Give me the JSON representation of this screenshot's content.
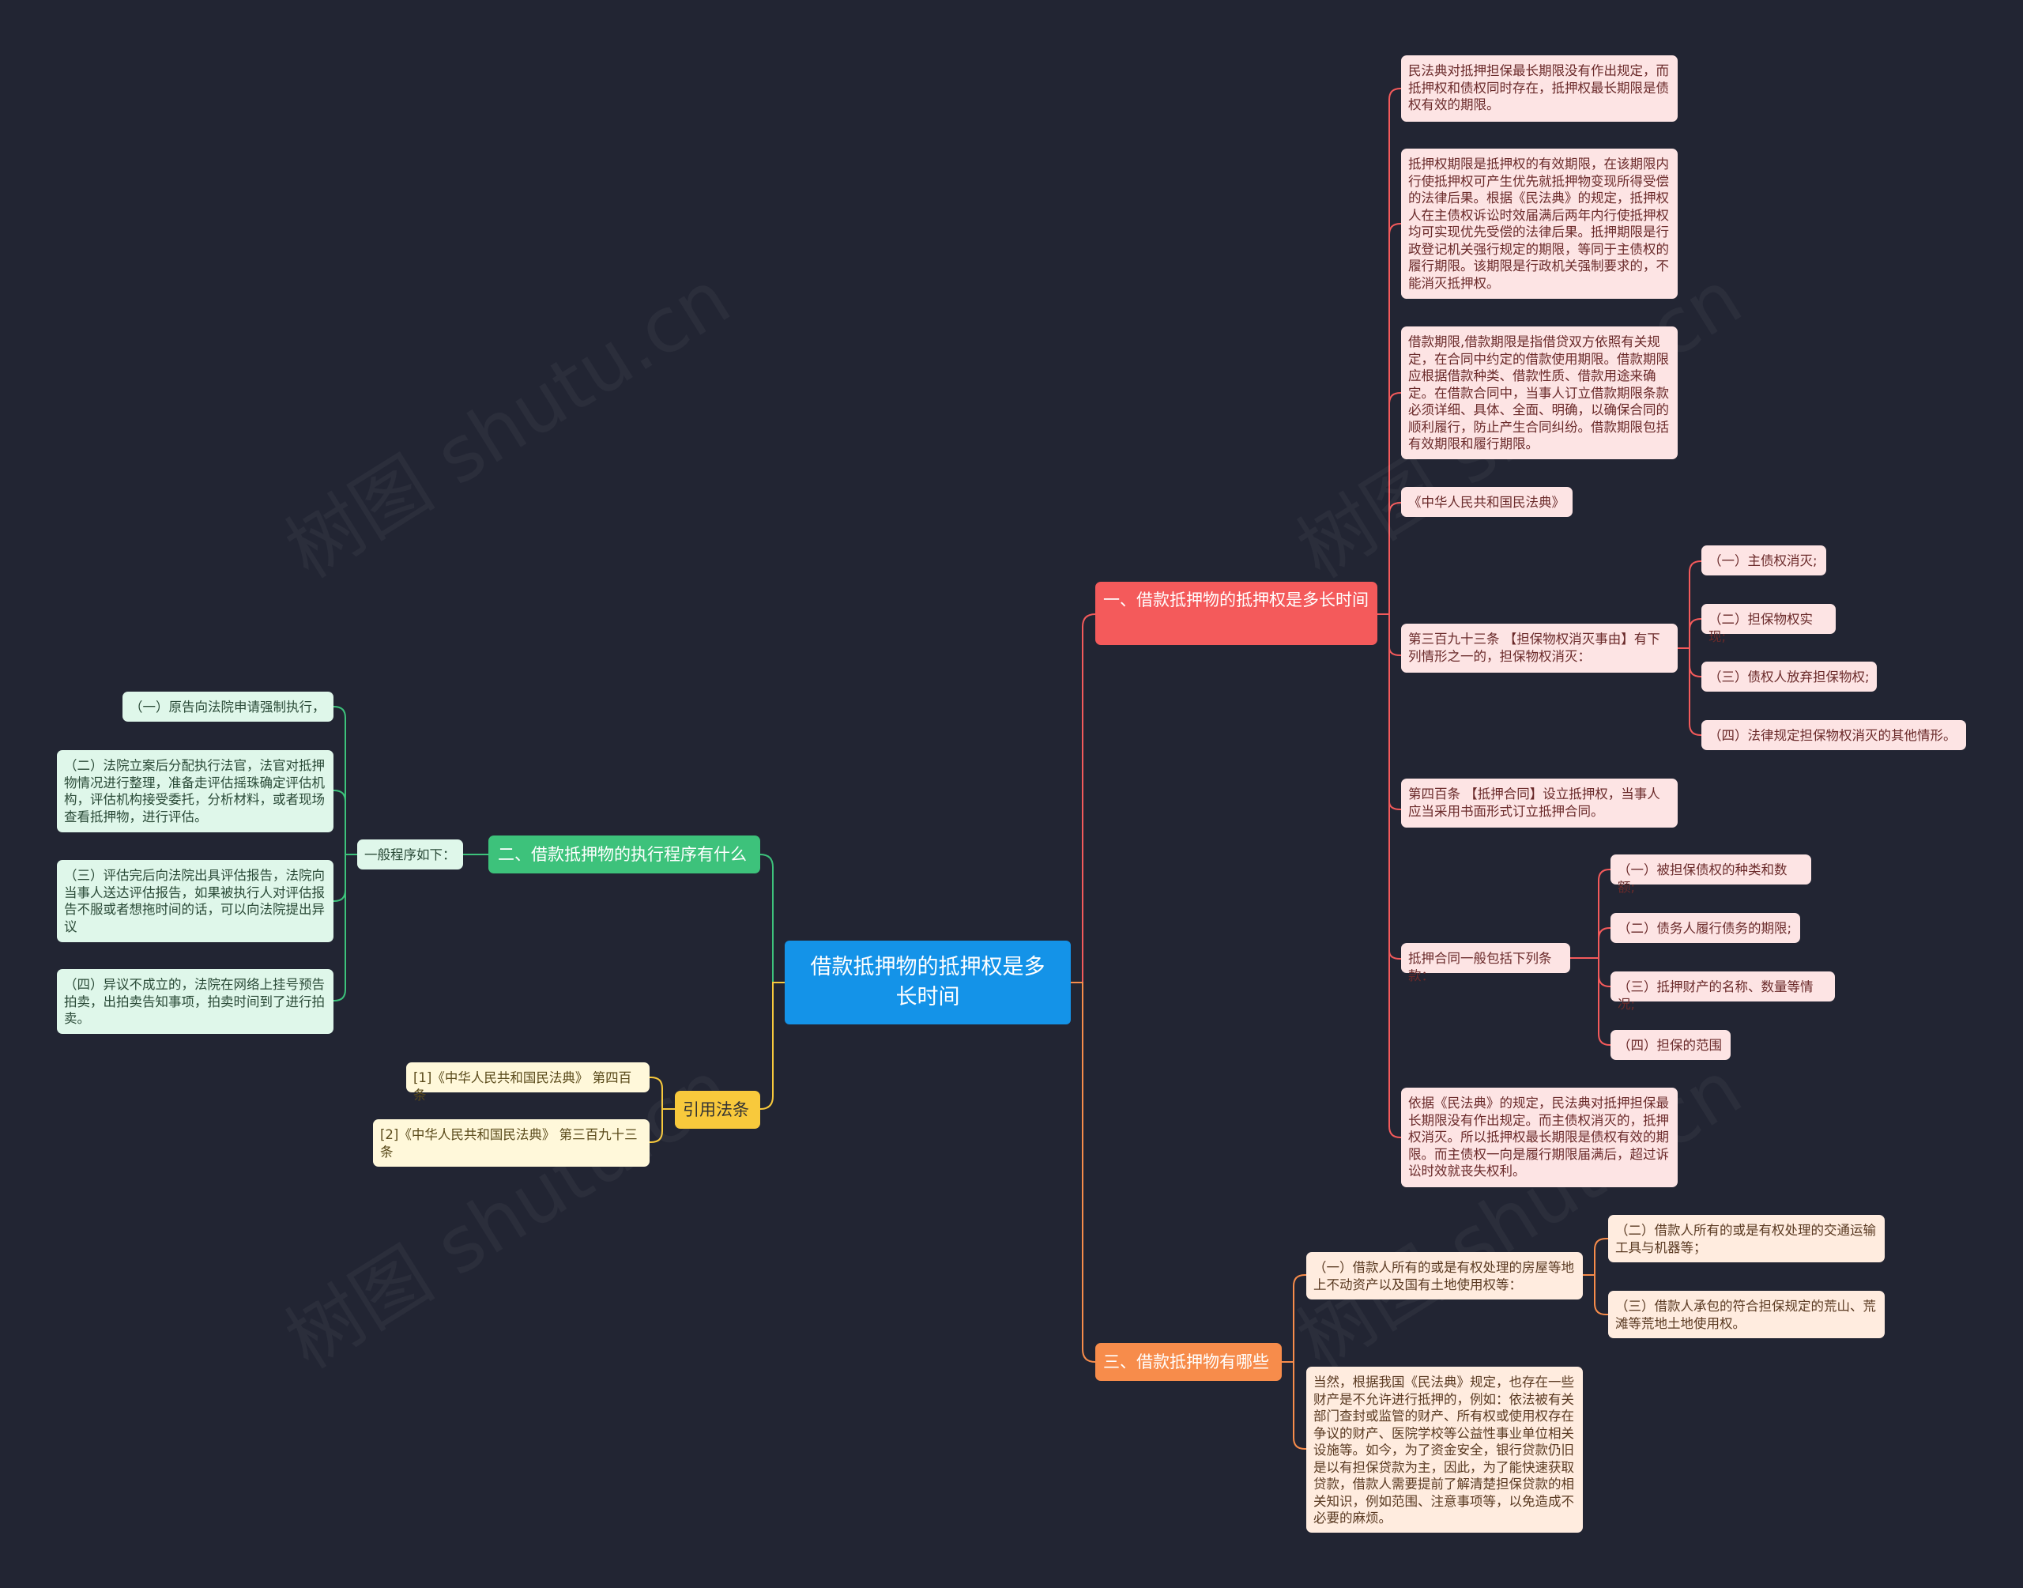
{
  "watermark": "树图 shutu.cn",
  "root": "借款抵押物的抵押权是多长时间",
  "b1": {
    "title": "一、借款抵押物的抵押权是多长时间",
    "c1": "民法典对抵押担保最长期限没有作出规定，而抵押权和债权同时存在，抵押权最长期限是债权有效的期限。",
    "c2": "抵押权期限是抵押权的有效期限，在该期限内行使抵押权可产生优先就抵押物变现所得受偿的法律后果。根据《民法典》的规定，抵押权人在主债权诉讼时效届满后两年内行使抵押权均可实现优先受偿的法律后果。抵押期限是行政登记机关强行规定的期限，等同于主债权的履行期限。该期限是行政机关强制要求的，不能消灭抵押权。",
    "c3": "借款期限,借款期限是指借贷双方依照有关规定，在合同中约定的借款使用期限。借款期限应根据借款种类、借款性质、借款用途来确定。在借款合同中，当事人订立借款期限条款必须详细、具体、全面、明确，以确保合同的顺利履行，防止产生合同纠纷。借款期限包括有效期限和履行期限。",
    "c4": "《中华人民共和国民法典》",
    "c5": "第三百九十三条 【担保物权消灭事由】有下列情形之一的，担保物权消灭：",
    "c5_items": [
      "（一）主债权消灭;",
      "（二）担保物权实现;",
      "（三）债权人放弃担保物权;",
      "（四）法律规定担保物权消灭的其他情形。"
    ],
    "c6": "第四百条 【抵押合同】设立抵押权，当事人应当采用书面形式订立抵押合同。",
    "c7": "抵押合同一般包括下列条款：",
    "c7_items": [
      "（一）被担保债权的种类和数额;",
      "（二）债务人履行债务的期限;",
      "（三）抵押财产的名称、数量等情况;",
      "（四）担保的范围"
    ],
    "c8": "依据《民法典》的规定，民法典对抵押担保最长期限没有作出规定。而主债权消灭的，抵押权消灭。所以抵押权最长期限是债权有效的期限。而主债权一向是履行期限届满后，超过诉讼时效就丧失权利。"
  },
  "b2": {
    "title": "二、借款抵押物的执行程序有什么",
    "sub": "一般程序如下：",
    "items": [
      "（一）原告向法院申请强制执行，",
      "（二）法院立案后分配执行法官，法官对抵押物情况进行整理，准备走评估摇珠确定评估机构，评估机构接受委托，分析材料，或者现场查看抵押物，进行评估。",
      "（三）评估完后向法院出具评估报告，法院向当事人送达评估报告，如果被执行人对评估报告不服或者想拖时间的话，可以向法院提出异议",
      "（四）异议不成立的，法院在网络上挂号预告拍卖，出拍卖告知事项，拍卖时间到了进行拍卖。"
    ]
  },
  "b3": {
    "title": "引用法条",
    "items": [
      "[1]《中华人民共和国民法典》 第四百条",
      "[2]《中华人民共和国民法典》 第三百九十三条"
    ]
  },
  "b4": {
    "title": "三、借款抵押物有哪些",
    "c1": "（一）借款人所有的或是有权处理的房屋等地上不动资产以及国有土地使用权等：",
    "c1_items": [
      "（二）借款人所有的或是有权处理的交通运输工具与机器等；",
      "（三）借款人承包的符合担保规定的荒山、荒滩等荒地土地使用权。"
    ],
    "c2": "当然，根据我国《民法典》规定，也存在一些财产是不允许进行抵押的，例如：依法被有关部门查封或监管的财产、所有权或使用权存在争议的财产、医院学校等公益性事业单位相关设施等。如今，为了资金安全，银行贷款仍旧是以有担保贷款为主，因此，为了能快速获取贷款，借款人需要提前了解清楚担保贷款的相关知识，例如范围、注意事项等，以免造成不必要的麻烦。"
  },
  "colors": {
    "background": "#222533",
    "root": "#1493e8",
    "b1": "#f45a5b",
    "b2": "#3dc27b",
    "b3": "#f8c93c",
    "b4": "#f78c4b"
  }
}
